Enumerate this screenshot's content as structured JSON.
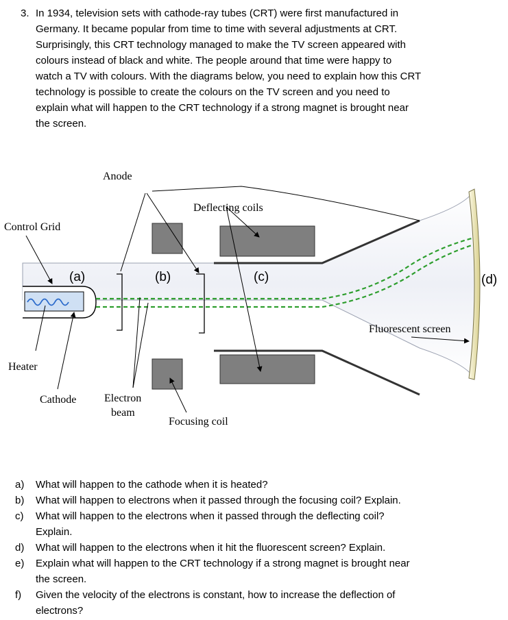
{
  "question": {
    "number": "3.",
    "lines": [
      "In 1934, television sets with cathode-ray tubes (CRT) were first manufactured in",
      "Germany. It became popular from time to time with several adjustments at CRT.",
      "Surprisingly, this CRT technology managed to make the TV screen appeared with",
      "colours instead of black and white. The people around that time were happy to",
      "watch a TV with colours. With the diagrams below, you need to explain how this CRT",
      "technology is possible to create the colours on the TV screen and you need to",
      "explain what will happen to the CRT technology if a strong magnet is brought near",
      "the screen."
    ]
  },
  "diagram": {
    "labels": {
      "anode": "Anode",
      "deflecting_coils": "Deflecting coils",
      "control_grid": "Control Grid",
      "heater": "Heater",
      "cathode": "Cathode",
      "electron_beam_1": "Electron",
      "electron_beam_2": "beam",
      "focusing_coil": "Focusing coil",
      "fluorescent_screen": "Fluorescent screen"
    },
    "region_markers": [
      "(a)",
      "(b)",
      "(c)",
      "(d)"
    ],
    "colors": {
      "beam": "#2e9e2e",
      "coil": "#7f7f7f",
      "screen": "#e8e2b0"
    }
  },
  "sub_questions": [
    {
      "letter": "a)",
      "lines": [
        "What will happen to the cathode when it is heated?"
      ]
    },
    {
      "letter": "b)",
      "lines": [
        "What will happen to electrons when it passed through the focusing coil? Explain."
      ]
    },
    {
      "letter": "c)",
      "lines": [
        "What will happen to the electrons when it passed through the deflecting coil?",
        "Explain."
      ]
    },
    {
      "letter": "d)",
      "lines": [
        "What will happen to the electrons when it hit the fluorescent screen? Explain."
      ]
    },
    {
      "letter": "e)",
      "lines": [
        "Explain what will happen to the CRT technology if a strong magnet is brought near",
        "the screen."
      ]
    },
    {
      "letter": "f)",
      "lines": [
        "Given the velocity of the electrons is constant, how to increase the deflection of",
        "electrons?"
      ]
    }
  ]
}
